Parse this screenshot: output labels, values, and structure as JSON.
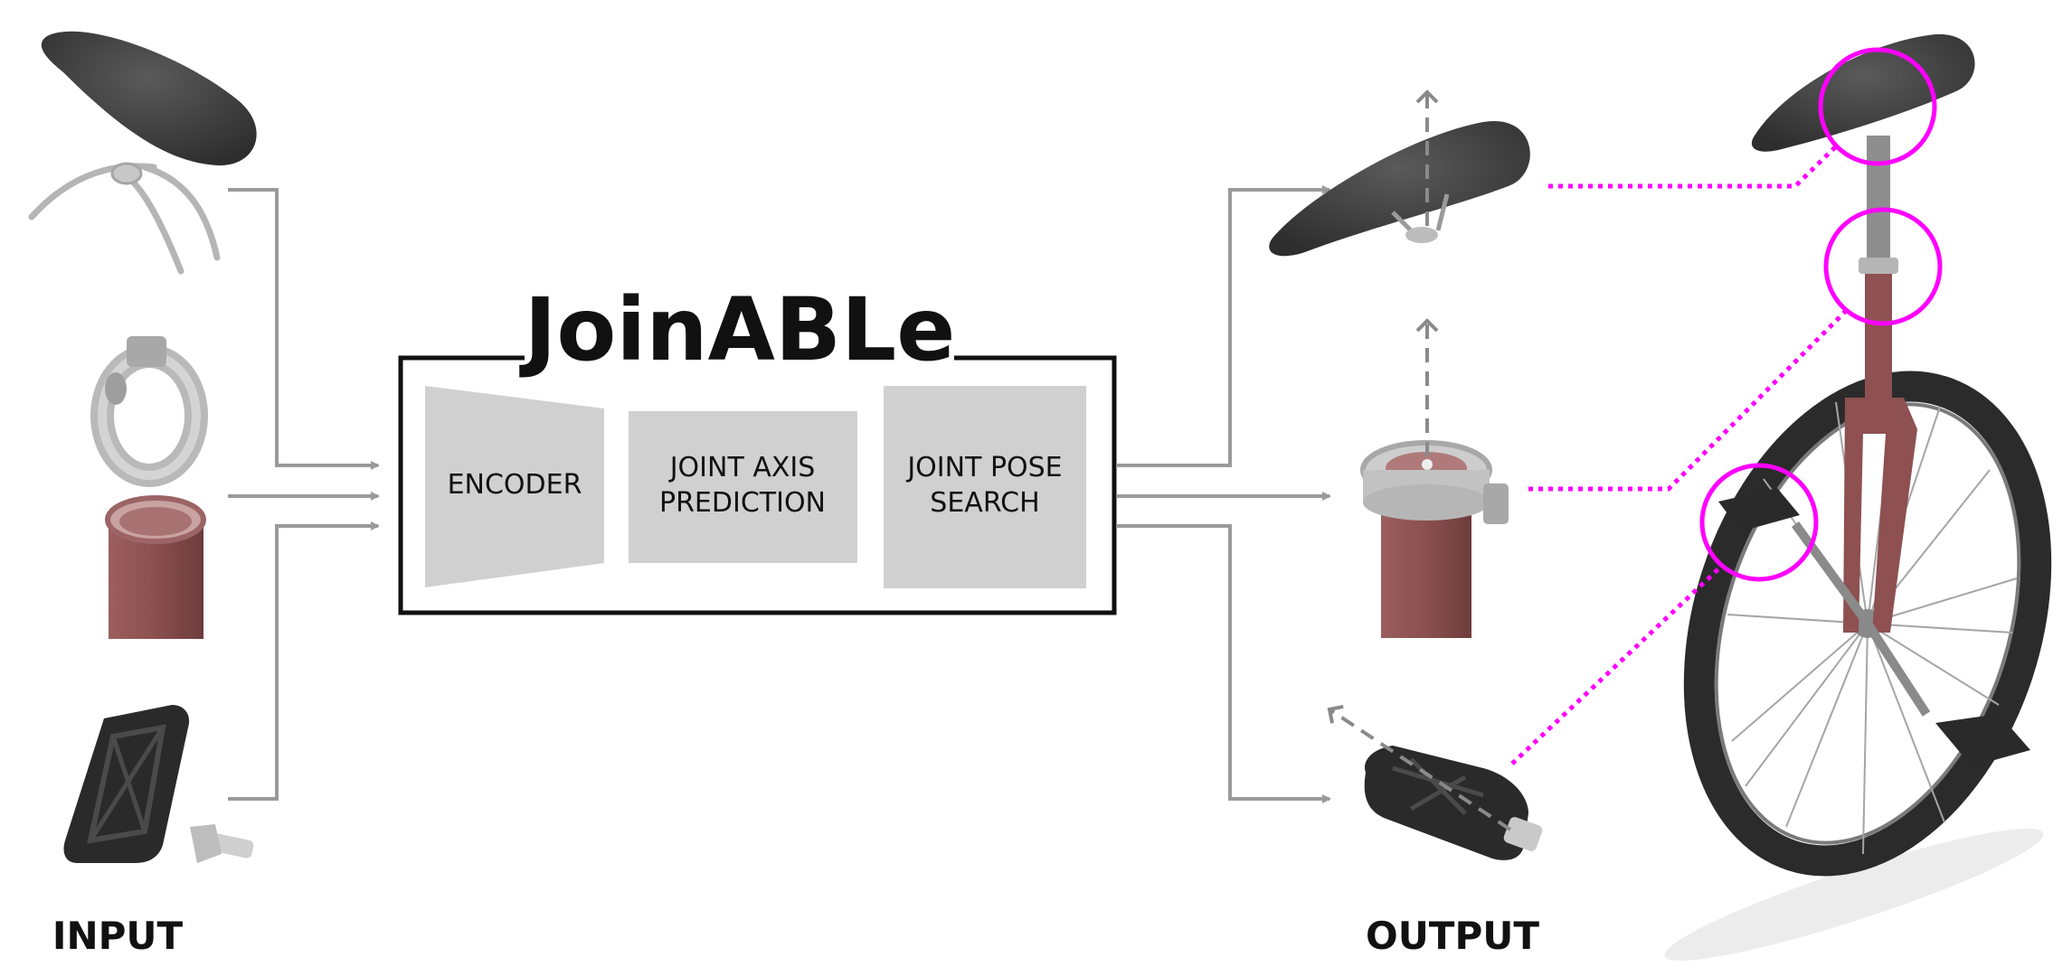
{
  "title": "JoinABLe",
  "pipeline": {
    "encoder": "ENCODER",
    "axis_line1": "JOINT AXIS",
    "axis_line2": "PREDICTION",
    "pose_line1": "JOINT POSE",
    "pose_line2": "SEARCH"
  },
  "input_label": "INPUT",
  "output_label": "OUTPUT",
  "colors": {
    "arrow": "#9a9a9a",
    "block": "#d0d0d0",
    "highlight": "#ff00ff",
    "part_dark": "#3a3a3a",
    "part_light": "#bdbdbd",
    "tube": "#8f5454"
  }
}
